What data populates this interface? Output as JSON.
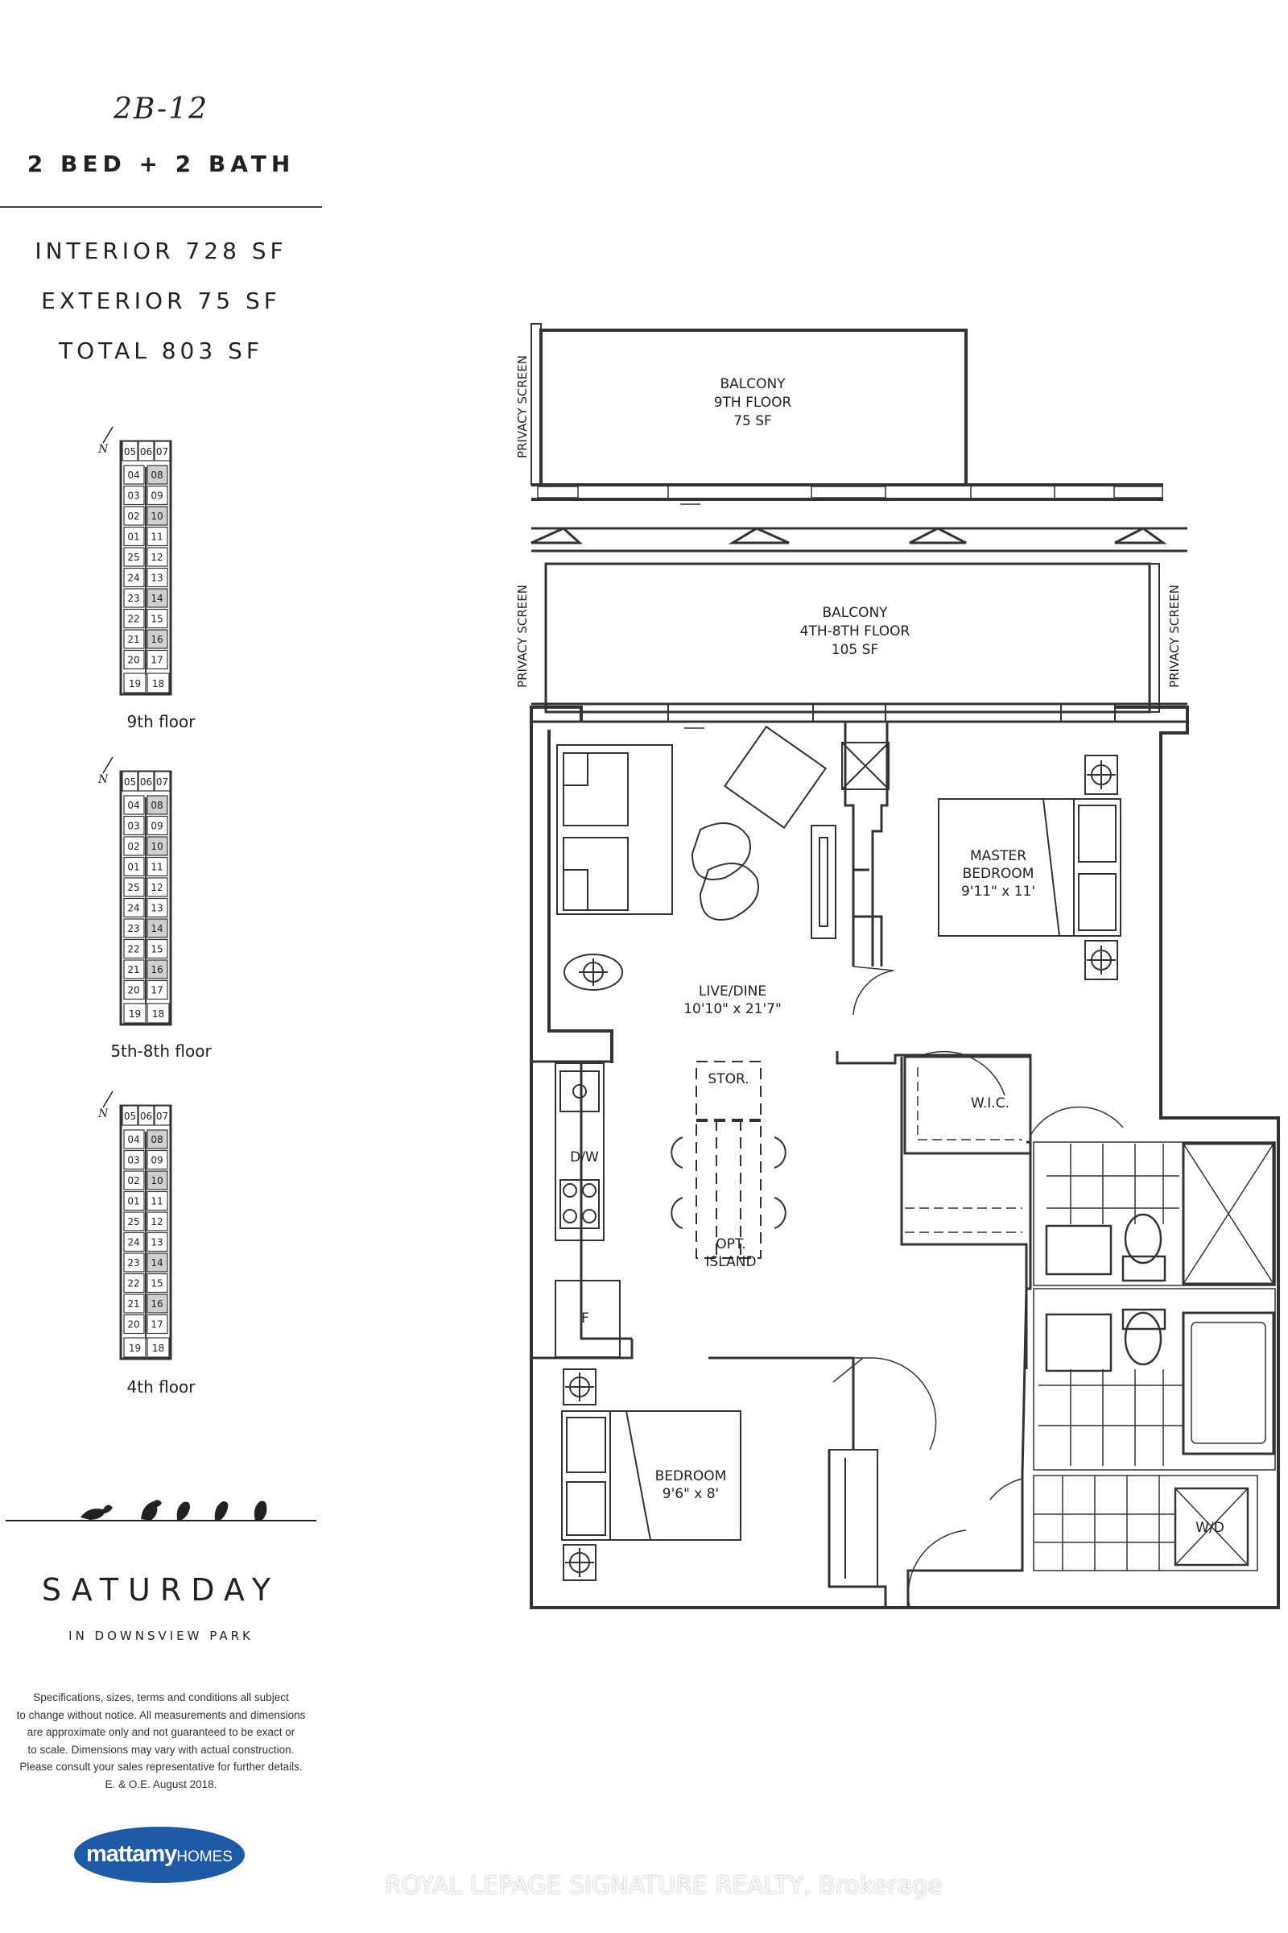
{
  "unit": {
    "code": "2B-12",
    "type": "2 BED + 2 BATH"
  },
  "areas": {
    "interior": "INTERIOR 728 SF",
    "exterior": "EXTERIOR 75 SF",
    "total": "TOTAL 803 SF"
  },
  "key_plans": [
    {
      "label": "9th floor"
    },
    {
      "label": "5th-8th floor"
    },
    {
      "label": "4th floor"
    }
  ],
  "key_plan_units": {
    "top": [
      "05",
      "06",
      "07"
    ],
    "left": [
      "04",
      "03",
      "02",
      "01",
      "25",
      "24",
      "23",
      "22",
      "21",
      "20"
    ],
    "right": [
      "08",
      "09",
      "10",
      "11",
      "12",
      "13",
      "14",
      "15",
      "16",
      "17"
    ],
    "bottom": [
      "19",
      "18"
    ],
    "north": "N"
  },
  "brand": {
    "name": "SATURDAY",
    "subtitle": "IN DOWNSVIEW PARK",
    "builder_part1": "mattamy",
    "builder_part2": "HOMES",
    "builder_color": "#1f5aa6"
  },
  "disclaimer": [
    "Specifications, sizes, terms and conditions all subject",
    "to change without notice. All measurements and dimensions",
    "are approximate only and not guaranteed to be exact or",
    "to scale. Dimensions may vary with actual construction.",
    "Please consult your sales representative for further details.",
    "E. & O.E. August 2018."
  ],
  "plan": {
    "balcony_9th": [
      "BALCONY",
      "9TH FLOOR",
      "75 SF"
    ],
    "balcony_4th_8th": [
      "BALCONY",
      "4TH-8TH FLOOR",
      "105 SF"
    ],
    "privacy_screen": "PRIVACY SCREEN",
    "live_dine": [
      "LIVE/DINE",
      "10'10\" x 21'7\""
    ],
    "master_bedroom": [
      "MASTER",
      "BEDROOM",
      "9'11\" x 11'"
    ],
    "bedroom": [
      "BEDROOM",
      "9'6\" x 8'"
    ],
    "wic": "W.I.C.",
    "stor": "STOR.",
    "opt_island": [
      "OPT.",
      "ISLAND"
    ],
    "dw": "D/W",
    "fridge": "F",
    "wd": "W/D"
  },
  "watermark": "ROYAL LEPAGE SIGNATURE REALTY, Brokerage"
}
